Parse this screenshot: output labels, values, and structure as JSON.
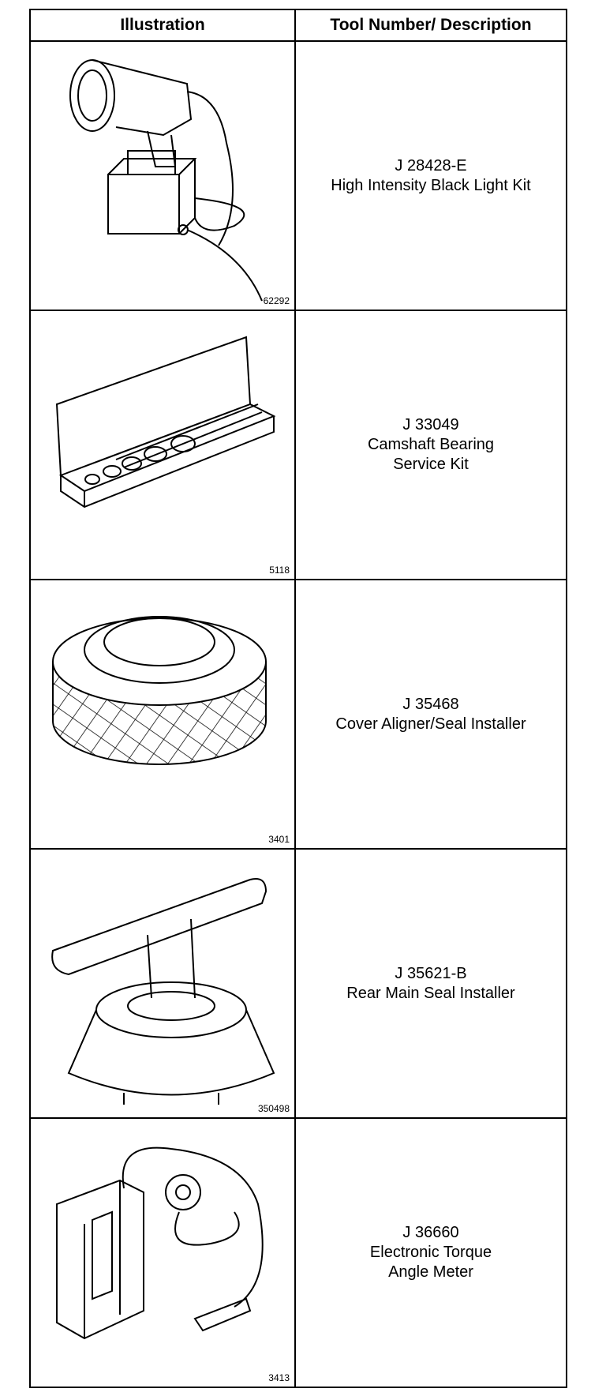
{
  "headers": {
    "illustration": "Illustration",
    "tool": "Tool Number/ Description"
  },
  "rows": [
    {
      "figure": "62292",
      "number": "J 28428-E",
      "description": [
        "High Intensity Black Light Kit"
      ]
    },
    {
      "figure": "5118",
      "number": "J 33049",
      "description": [
        "Camshaft Bearing",
        "Service Kit"
      ]
    },
    {
      "figure": "3401",
      "number": "J 35468",
      "description": [
        "Cover Aligner/Seal Installer"
      ]
    },
    {
      "figure": "350498",
      "number": "J 35621-B",
      "description": [
        "Rear Main Seal Installer"
      ]
    },
    {
      "figure": "3413",
      "number": "J 36660",
      "description": [
        "Electronic Torque",
        "Angle Meter"
      ]
    }
  ]
}
